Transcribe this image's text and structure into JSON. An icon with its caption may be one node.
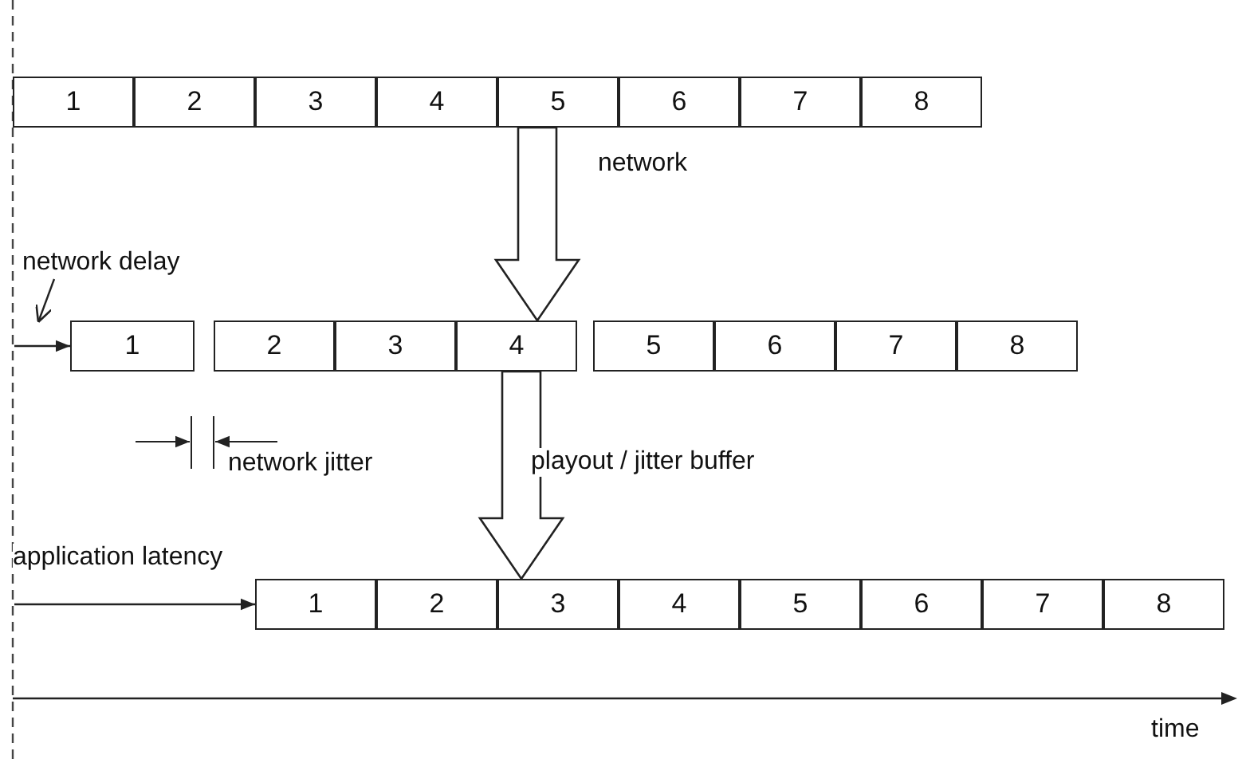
{
  "diagram": {
    "nodes": [
      {
        "text": [
          "1"
        ]
      },
      {
        "text": [
          "2"
        ]
      },
      {
        "text": [
          "3"
        ]
      },
      {
        "text": [
          "4"
        ]
      },
      {
        "text": [
          "5"
        ]
      },
      {
        "text": [
          "6"
        ]
      },
      {
        "text": [
          "7"
        ]
      },
      {
        "text": [
          "8"
        ]
      },
      {
        "text": [
          "1"
        ]
      },
      {
        "text": [
          "2"
        ]
      },
      {
        "text": [
          "3"
        ]
      },
      {
        "text": [
          "4"
        ]
      },
      {
        "text": [
          "5"
        ]
      },
      {
        "text": [
          "6"
        ]
      },
      {
        "text": [
          "7"
        ]
      },
      {
        "text": [
          "8"
        ]
      },
      {
        "text": [
          "1"
        ]
      },
      {
        "text": [
          "2"
        ]
      },
      {
        "text": [
          "3"
        ]
      },
      {
        "text": [
          "4"
        ]
      },
      {
        "text": [
          "5"
        ]
      },
      {
        "text": [
          "6"
        ]
      },
      {
        "text": [
          "7"
        ]
      },
      {
        "text": [
          "8"
        ]
      },
      {
        "text": [
          "network delay"
        ]
      }
    ],
    "edges": [
      {
        "from": 4,
        "to": 11,
        "arrow": "to",
        "style": "thick",
        "label": "network"
      },
      {
        "from": 11,
        "to": 18,
        "arrow": "to",
        "style": "thick",
        "label": "playout / jitter buffer"
      },
      {
        "from": 24,
        "to": null,
        "arrow": "to"
      },
      {
        "from": null,
        "to": 8,
        "arrow": "to"
      },
      {
        "from": null,
        "to": 16,
        "arrow": "to"
      }
    ],
    "labels": [
      "network jitter",
      "application latency",
      "time"
    ]
  }
}
